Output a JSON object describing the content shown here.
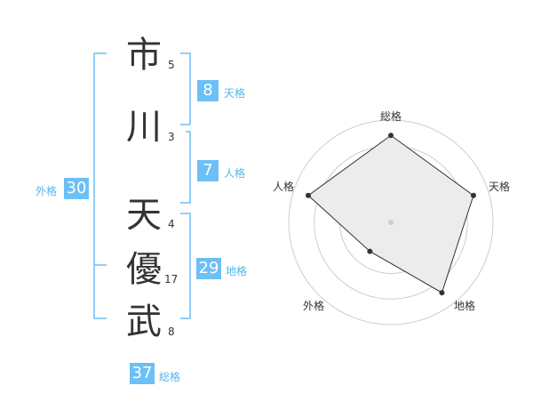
{
  "name": {
    "surname": [
      {
        "char": "市",
        "strokes": "5"
      },
      {
        "char": "川",
        "strokes": "3"
      }
    ],
    "given": [
      {
        "char": "天",
        "strokes": "4"
      },
      {
        "char": "優",
        "strokes": "17"
      },
      {
        "char": "武",
        "strokes": "8"
      }
    ]
  },
  "kaku": {
    "ten": {
      "value": "8",
      "label": "天格"
    },
    "jin": {
      "value": "7",
      "label": "人格"
    },
    "chi": {
      "value": "29",
      "label": "地格"
    },
    "gai": {
      "value": "30",
      "label": "外格"
    },
    "sou": {
      "value": "37",
      "label": "総格"
    }
  },
  "radar": {
    "axes": [
      "総格",
      "天格",
      "地格",
      "外格",
      "人格"
    ],
    "levels": [
      0.85,
      0.85,
      0.85,
      0.35,
      0.85
    ],
    "colors": {
      "fill": "#ececec",
      "line": "#333333",
      "ring": "#cccccc"
    }
  },
  "colors": {
    "accent": "#6cc0f5",
    "accent_text": "#55b4ee"
  }
}
